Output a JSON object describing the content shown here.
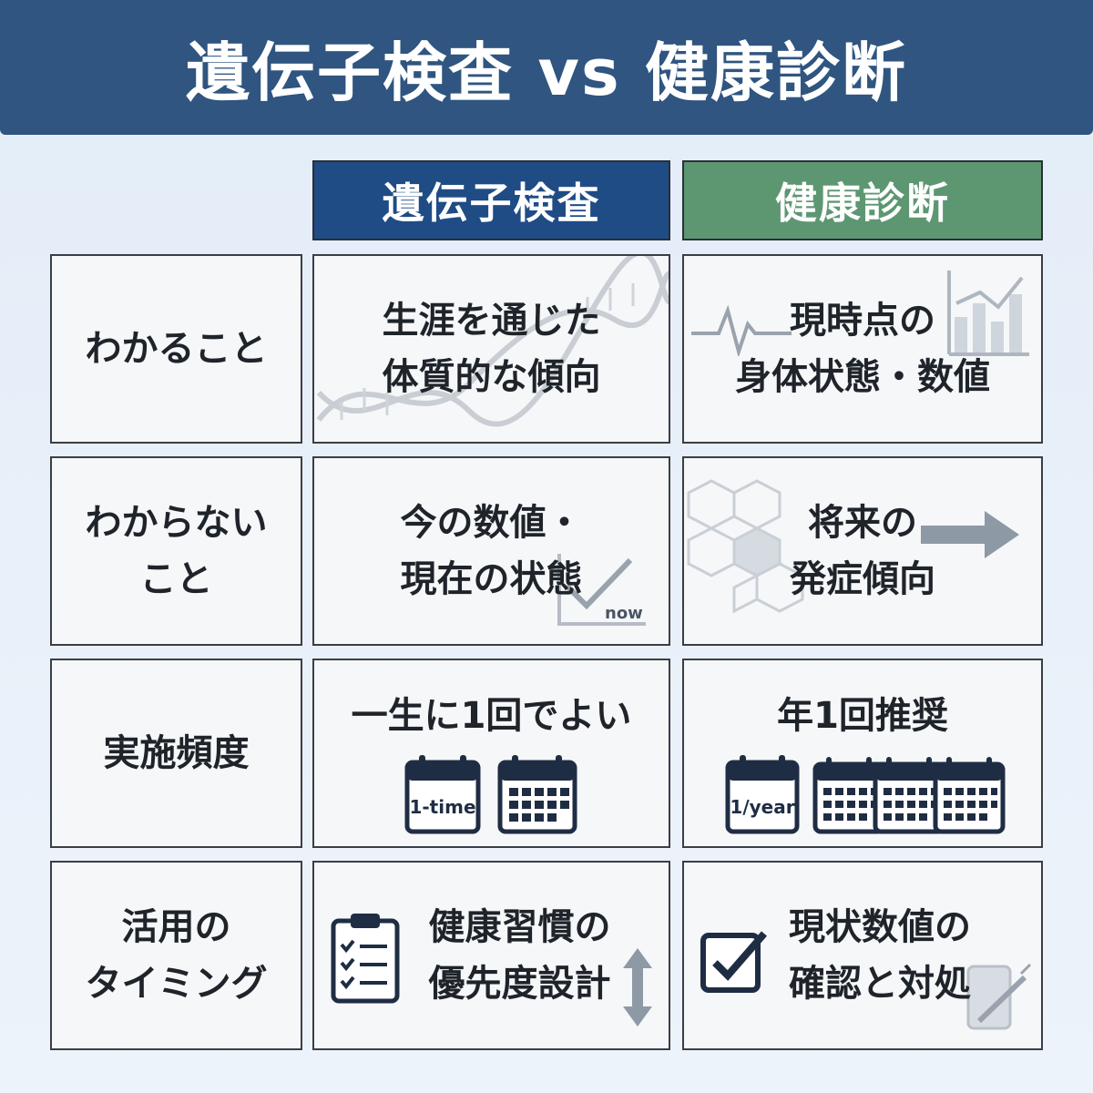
{
  "title": "遺伝子検査 vs 健康診断",
  "columns": {
    "genetic": "遺伝子検査",
    "health": "健康診断"
  },
  "rows": [
    {
      "header": [
        "わかること"
      ],
      "genetic": [
        "生涯を通じた",
        "体質的な傾向"
      ],
      "health": [
        "現時点の",
        "身体状態・数値"
      ]
    },
    {
      "header": [
        "わからない",
        "こと"
      ],
      "genetic": [
        "今の数値・",
        "現在の状態"
      ],
      "genetic_icon_label": "now",
      "health": [
        "将来の",
        "発症傾向"
      ]
    },
    {
      "header": [
        "実施頻度"
      ],
      "genetic": [
        "一生に1回でよい"
      ],
      "genetic_calendar_label": "1-time",
      "health": [
        "年1回推奨"
      ],
      "health_calendar_label": "1/year"
    },
    {
      "header": [
        "活用の",
        "タイミング"
      ],
      "genetic": [
        "健康習慣の",
        "優先度設計"
      ],
      "health": [
        "現状数値の",
        "確認と対処"
      ]
    }
  ],
  "colors": {
    "title_bar": "#2f5580",
    "genetic_header": "#1f4c85",
    "health_header": "#5d9772"
  },
  "icons": {
    "r1_genetic": "dna-icon",
    "r1_health_left": "heartbeat-icon",
    "r1_health_right": "bar-chart-icon",
    "r2_genetic": "checkmark-chart-icon",
    "r2_health_left": "hexagon-molecule-icon",
    "r2_health_right": "arrow-right-icon",
    "r3_genetic": "calendar-icon",
    "r3_health": "calendar-icon",
    "r4_genetic": "clipboard-checklist-icon",
    "r4_genetic_right": "up-down-arrow-icon",
    "r4_health": "checkbox-icon",
    "r4_health_right": "syringe-icon"
  }
}
